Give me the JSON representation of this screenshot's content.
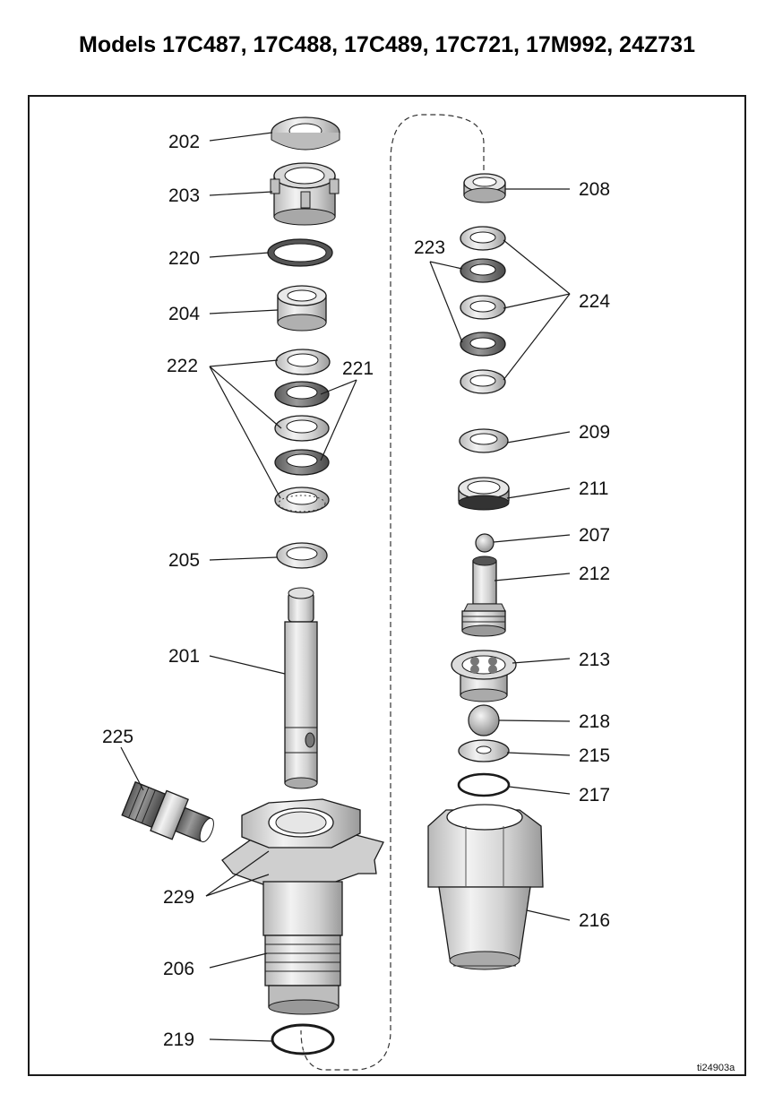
{
  "title": "Models 17C487, 17C488, 17C489, 17C721, 17M992, 24Z731",
  "figure_ref": "ti24903a",
  "callouts": {
    "c202": "202",
    "c203": "203",
    "c220": "220",
    "c204": "204",
    "c222": "222",
    "c221": "221",
    "c205": "205",
    "c201": "201",
    "c225": "225",
    "c229": "229",
    "c206": "206",
    "c219": "219",
    "c208": "208",
    "c223": "223",
    "c224": "224",
    "c209": "209",
    "c211": "211",
    "c207": "207",
    "c212": "212",
    "c213": "213",
    "c218": "218",
    "c215": "215",
    "c217": "217",
    "c216": "216"
  },
  "colors": {
    "stroke": "#1a1a1a",
    "metal_light": "#e6e6e6",
    "metal_mid": "#c8c8c8",
    "metal_dark": "#8a8a8a",
    "seal_dark": "#555555"
  }
}
